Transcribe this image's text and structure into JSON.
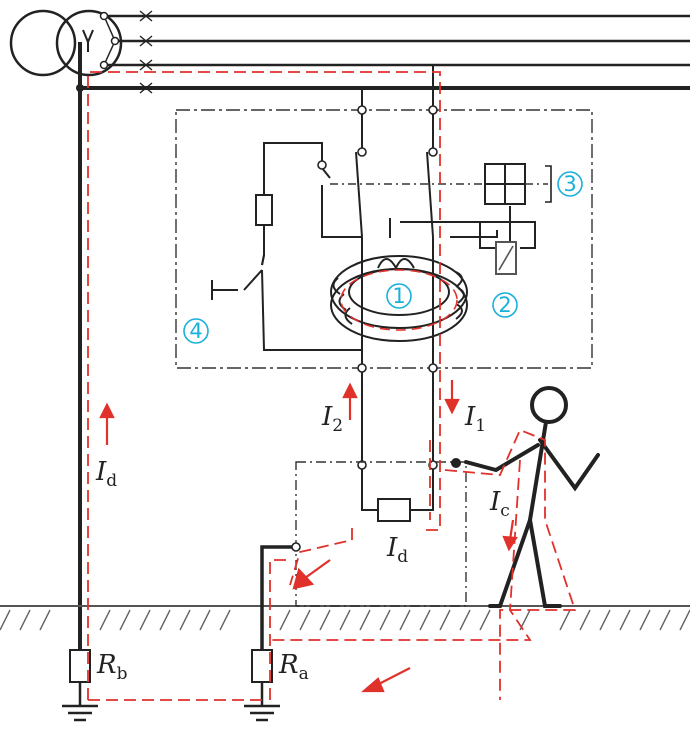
{
  "colors": {
    "conductor": "#222222",
    "fault_path": "#e0312b",
    "marker": "#1ab0dc",
    "background": "#ffffff"
  },
  "labels": {
    "id_left": "I",
    "id_left_sub": "d",
    "i2": "I",
    "i2_sub": "2",
    "i1": "I",
    "i1_sub": "1",
    "ic": "I",
    "ic_sub": "c",
    "id_load": "I",
    "id_load_sub": "d",
    "rb": "R",
    "rb_sub": "b",
    "ra": "R",
    "ra_sub": "a"
  },
  "markers": {
    "m1": "1",
    "m2": "2",
    "m3": "3",
    "m4": "4"
  },
  "icons": [
    "transformer-icon",
    "toroid-current-transformer-icon",
    "trip-relay-icon",
    "trip-mechanism-icon",
    "test-button-icon",
    "resistor-icon",
    "earth-ground-icon",
    "person-figure-icon"
  ]
}
